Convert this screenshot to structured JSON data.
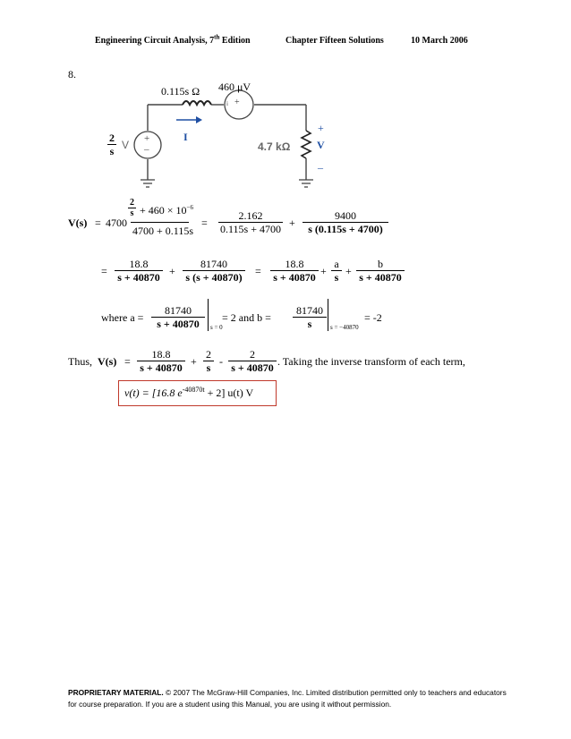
{
  "header": {
    "left": "Engineering Circuit Analysis, 7",
    "left_sup": "th",
    "left_tail": " Edition",
    "center": "Chapter Fifteen Solutions",
    "right": "10 March 2006"
  },
  "problem_number": "8.",
  "circuit": {
    "inductor_label": "0.115s Ω",
    "source_label": "460 μV",
    "source_inner": "i",
    "source_plus": "+",
    "voltage_source_num": "2",
    "voltage_source_den": "s",
    "voltage_source_unit": "V",
    "current_label": "I",
    "resistor_label": "4.7 kΩ",
    "v_label": "V",
    "plus": "+",
    "minus": "–",
    "colors": {
      "wire": "#444444",
      "blue": "#1f4fa3",
      "grey": "#666666"
    }
  },
  "eq1": {
    "lhs": "V(s)",
    "eq": "=",
    "coef": "4700",
    "inner_num": "2",
    "inner_den": "s",
    "inner_rest": "+ 460 × 10",
    "inner_exp": "−6",
    "den": "4700 + 0.115s",
    "f2_num": "2.162",
    "f2_den": "0.115s + 4700",
    "plus": "+",
    "f3_num": "9400",
    "f3_den": "s (0.115s + 4700)"
  },
  "eq2": {
    "eq": "=",
    "f1_num": "18.8",
    "f1_den": "s + 40870",
    "plus": "+",
    "f2_num": "81740",
    "f2_den": "s (s + 40870)",
    "eq2": "=",
    "f3_num": "18.8",
    "f3_den": "s + 40870",
    "plus2": "+",
    "f4_num": "a",
    "f4_den": "s",
    "plus3": "+",
    "f5_num": "b",
    "f5_den": "s + 40870"
  },
  "eq3": {
    "where": "where  a =",
    "a_num": "81740",
    "a_den": "s + 40870",
    "a_eval": "s = 0",
    "a_res": "=  2   and  b =",
    "b_num": "81740",
    "b_den": "s",
    "b_eval": "s = −40870",
    "b_res": "=  -2"
  },
  "eq4": {
    "lead": "Thus,",
    "lhs": "V(s)",
    "eq": "=",
    "f1_num": "18.8",
    "f1_den": "s + 40870",
    "plus": "+",
    "f2_num": "2",
    "f2_den": "s",
    "minus": "-",
    "f3_num": "2",
    "f3_den": "s + 40870",
    "tail": ".  Taking the inverse transform of each term,"
  },
  "answer": {
    "text_a": "v(t)  =  [16.8 e",
    "exp": "-40870t",
    "text_b": "  +  2] u(t)  V"
  },
  "footer": {
    "bold": "PROPRIETARY MATERIAL.",
    "text": " © 2007 The McGraw-Hill Companies, Inc.  Limited distribution permitted only to teachers and educators for course preparation.  If you are a student using this Manual, you are using it without permission."
  }
}
